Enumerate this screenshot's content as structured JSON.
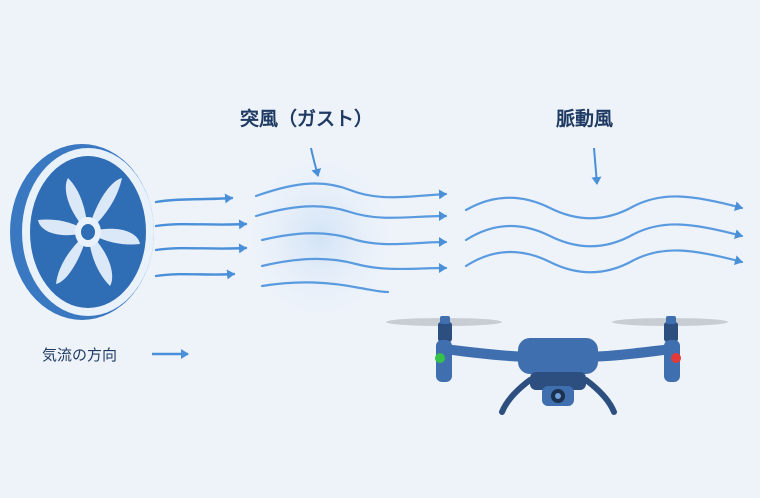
{
  "labels": {
    "gust": "突風（ガスト）",
    "pulsating_wind": "脈動風",
    "airflow_direction": "気流の方向"
  },
  "icons": [
    "fan-icon",
    "drone-icon",
    "arrow-right-icon",
    "arrow-down-icon"
  ],
  "colors": {
    "background": "#eef3fa",
    "flow_line": "#4a90d9",
    "flow_line_light": "#7fb3e6",
    "fan_blue": "#2f6db5",
    "drone_body": "#3f6fae",
    "drone_dark": "#2c4f80",
    "led_left": "#35c24a",
    "led_right": "#e23a3a",
    "text": "#1f3a63"
  }
}
